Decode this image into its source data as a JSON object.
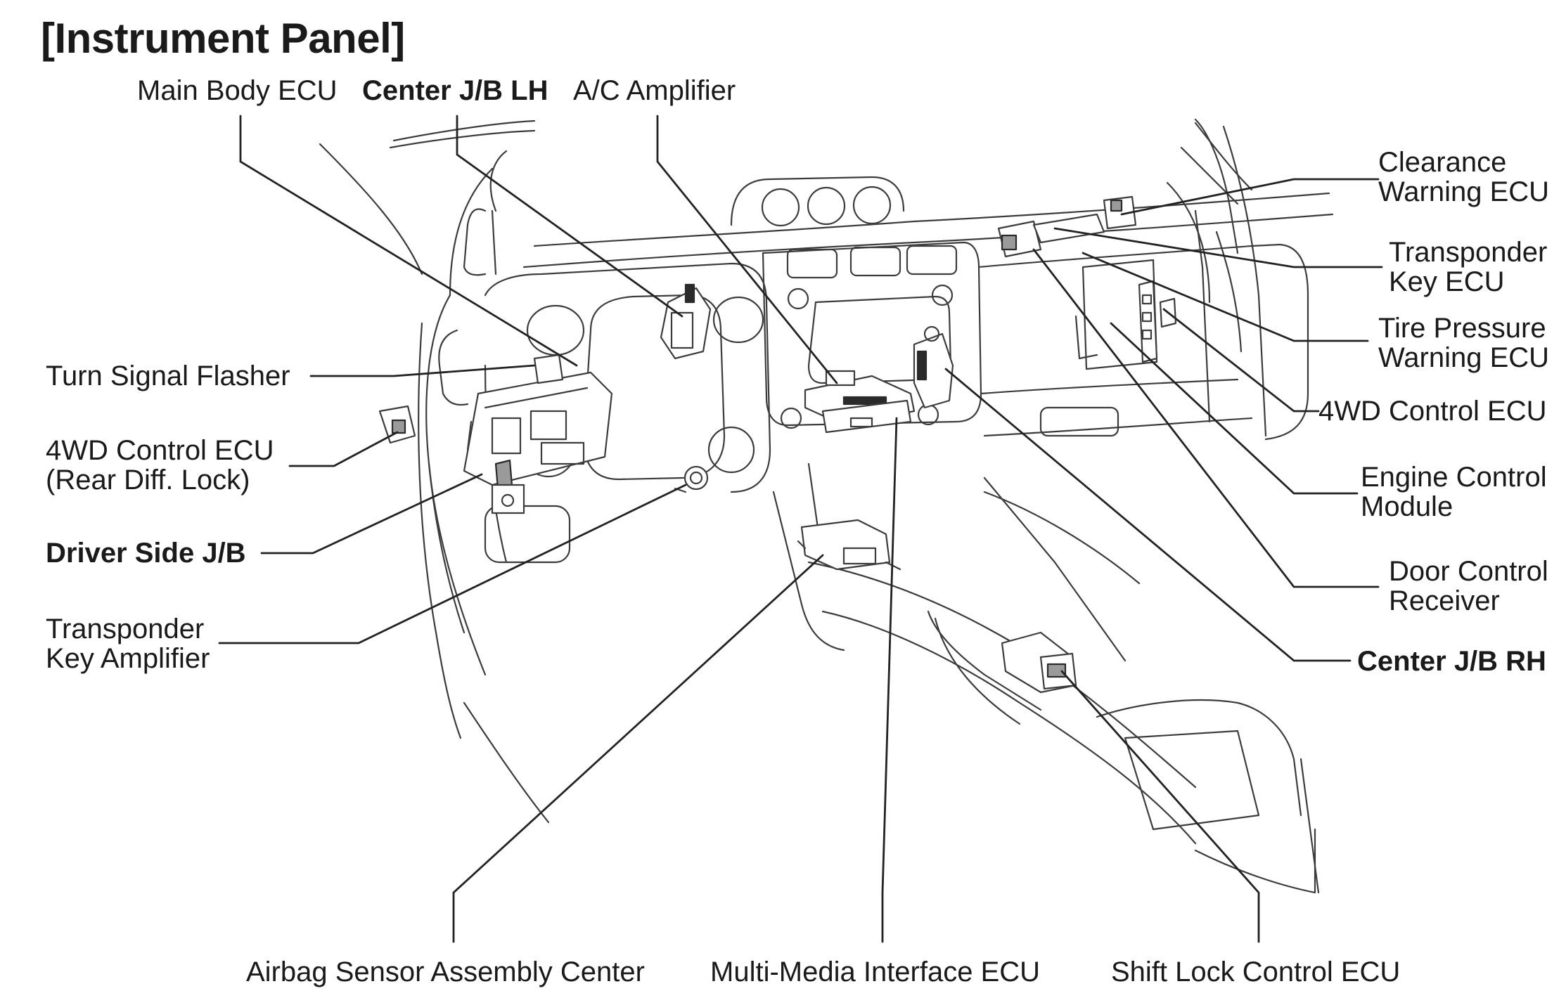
{
  "title": "[Instrument Panel]",
  "labels": {
    "main_body_ecu": [
      "Main Body ECU"
    ],
    "center_jb_lh": [
      "Center J/B LH"
    ],
    "ac_amplifier": [
      "A/C Amplifier"
    ],
    "clearance_warning_ecu": [
      "Clearance",
      "Warning ECU"
    ],
    "transponder_key_ecu": [
      "Transponder",
      "Key ECU"
    ],
    "tire_pressure_warning_ecu": [
      "Tire Pressure",
      "Warning ECU"
    ],
    "fourwd_control_ecu": [
      "4WD Control ECU"
    ],
    "engine_control_module": [
      "Engine Control",
      "Module"
    ],
    "door_control_receiver": [
      "Door Control",
      "Receiver"
    ],
    "center_jb_rh": [
      "Center J/B RH"
    ],
    "turn_signal_flasher": [
      "Turn Signal Flasher"
    ],
    "fourwd_control_ecu_rear": [
      "4WD Control ECU",
      "(Rear Diff. Lock)"
    ],
    "driver_side_jb": [
      "Driver Side J/B"
    ],
    "transponder_key_amplifier": [
      "Transponder",
      "Key Amplifier"
    ],
    "airbag_sensor_assembly_center": [
      "Airbag Sensor Assembly Center"
    ],
    "multi_media_interface_ecu": [
      "Multi-Media Interface ECU"
    ],
    "shift_lock_control_ecu": [
      "Shift Lock Control ECU"
    ]
  }
}
